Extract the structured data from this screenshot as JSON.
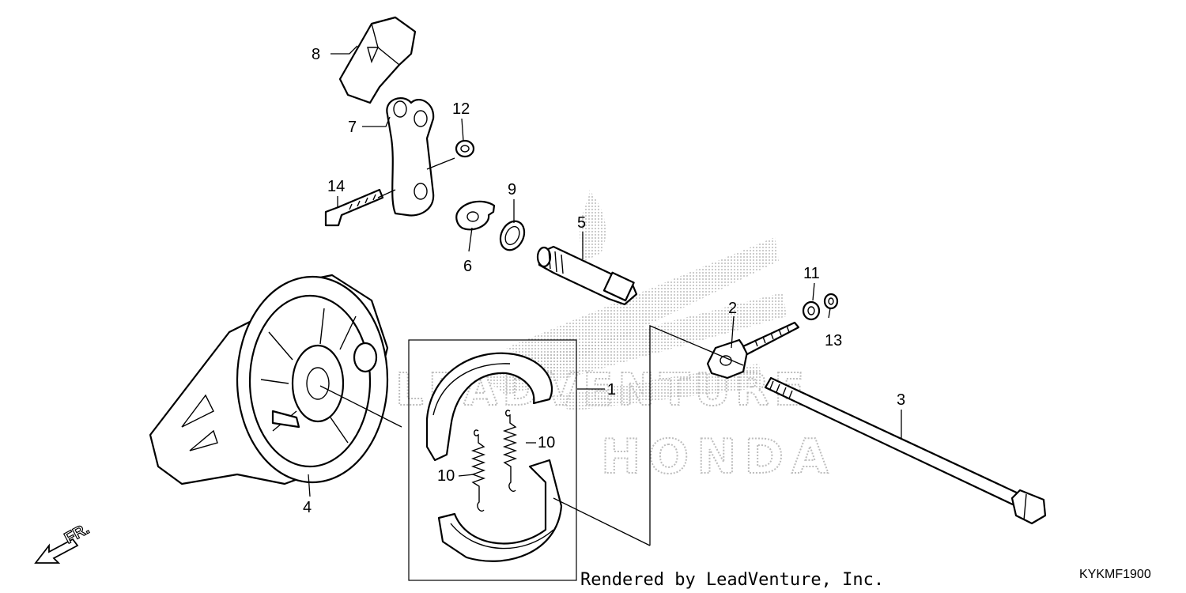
{
  "diagram": {
    "watermark": {
      "line1": "LEADVENTURE",
      "line2": "HONDA"
    },
    "callouts": {
      "p1": "1",
      "p2": "2",
      "p3": "3",
      "p4": "4",
      "p5": "5",
      "p6": "6",
      "p7": "7",
      "p8": "8",
      "p9": "9",
      "p10a": "10",
      "p10b": "10",
      "p11": "11",
      "p12": "12",
      "p13": "13",
      "p14": "14"
    },
    "front_indicator": "FR.",
    "render_credit": "Rendered by LeadVenture, Inc.",
    "diagram_code": "KYKMF1900"
  }
}
